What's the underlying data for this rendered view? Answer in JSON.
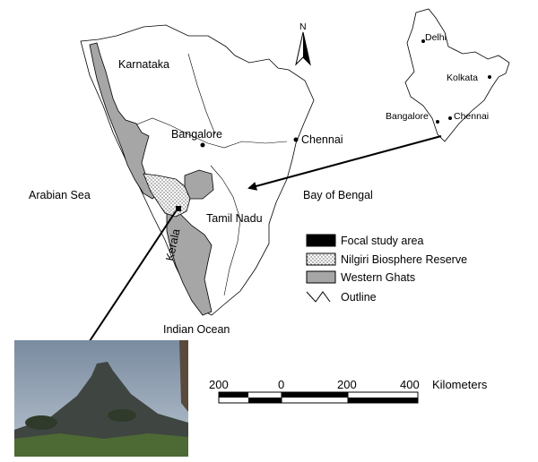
{
  "map": {
    "north_label": "N",
    "places": {
      "karnataka": "Karnataka",
      "bangalore": "Bangalore",
      "chennai": "Chennai",
      "arabian_sea": "Arabian Sea",
      "bay_of_bengal": "Bay of Bengal",
      "tamil_nadu": "Tamil Nadu",
      "kerala": "Kerala",
      "indian_ocean": "Indian Ocean"
    },
    "inset": {
      "delhi": "Delhi",
      "kolkata": "Kolkata",
      "bangalore": "Bangalore",
      "chennai": "Chennai"
    },
    "legend": {
      "items": [
        {
          "label": "Focal study area",
          "color": "#000000"
        },
        {
          "label": "Nilgiri Biosphere Reserve",
          "color": "#ffffff"
        },
        {
          "label": "Western Ghats",
          "color": "#a6a6a6"
        },
        {
          "label": "Outline",
          "color": "#ffffff"
        }
      ]
    },
    "scale_bar": {
      "ticks": [
        "200",
        "0",
        "200",
        "400"
      ],
      "unit": "Kilometers"
    }
  }
}
